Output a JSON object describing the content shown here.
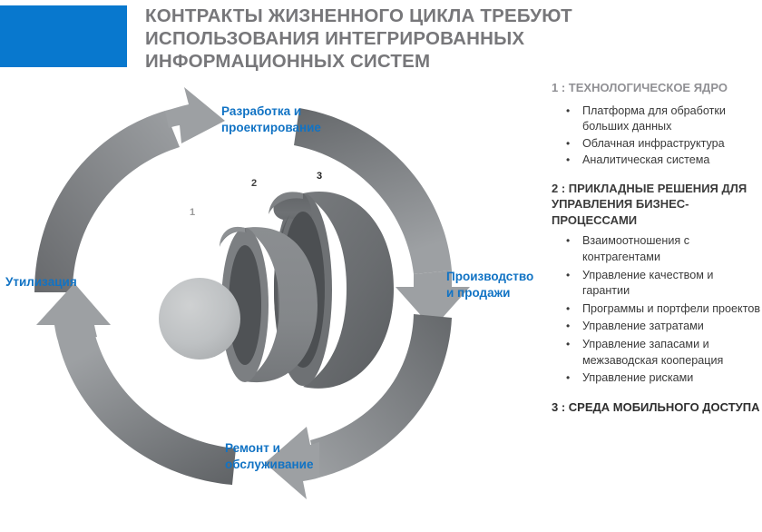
{
  "header": {
    "accent_color": "#0878CE",
    "title_color": "#77777A",
    "title_lines": [
      "КОНТРАКТЫ ЖИЗНЕННОГО ЦИКЛА ТРЕБУЮТ",
      "ИСПОЛЬЗОВАНИЯ ИНТЕГРИРОВАННЫХ",
      "ИНФОРМАЦИОННЫХ СИСТЕМ"
    ]
  },
  "diagram": {
    "label_color": "#1173C4",
    "arrow_color_dark": "#6E7174",
    "arrow_color_light": "#9A9DA0",
    "cycle_labels": [
      {
        "id": "design",
        "line1": "Разработка и",
        "line2": "проектирование"
      },
      {
        "id": "production",
        "line1": "Производство",
        "line2": "и продажи"
      },
      {
        "id": "repair",
        "line1": "Ремонт и",
        "line2": "обслуживание"
      },
      {
        "id": "utilization",
        "line1": "Утилизация",
        "line2": ""
      }
    ],
    "core_numbers": [
      "1",
      "2",
      "3"
    ]
  },
  "sidebar": {
    "section1": {
      "heading": "1 : ТЕХНОЛОГИЧЕСКОЕ ЯДРО",
      "bullets": [
        "Платформа для обработки больших данных",
        "Облачная инфраструктура",
        "Аналитическая система"
      ]
    },
    "section2": {
      "heading": "2 : ПРИКЛАДНЫЕ РЕШЕНИЯ ДЛЯ УПРАВЛЕНИЯ БИЗНЕС-ПРОЦЕССАМИ",
      "bullets": [
        "Взаимоотношения с контрагентами",
        "Управление качеством и гарантии",
        "Программы и портфели проектов",
        "Управление затратами",
        "Управление запасами и межзаводская кооперация",
        "Управление рисками"
      ]
    },
    "section3": {
      "heading": "3 : СРЕДА МОБИЛЬНОГО ДОСТУПА"
    }
  }
}
